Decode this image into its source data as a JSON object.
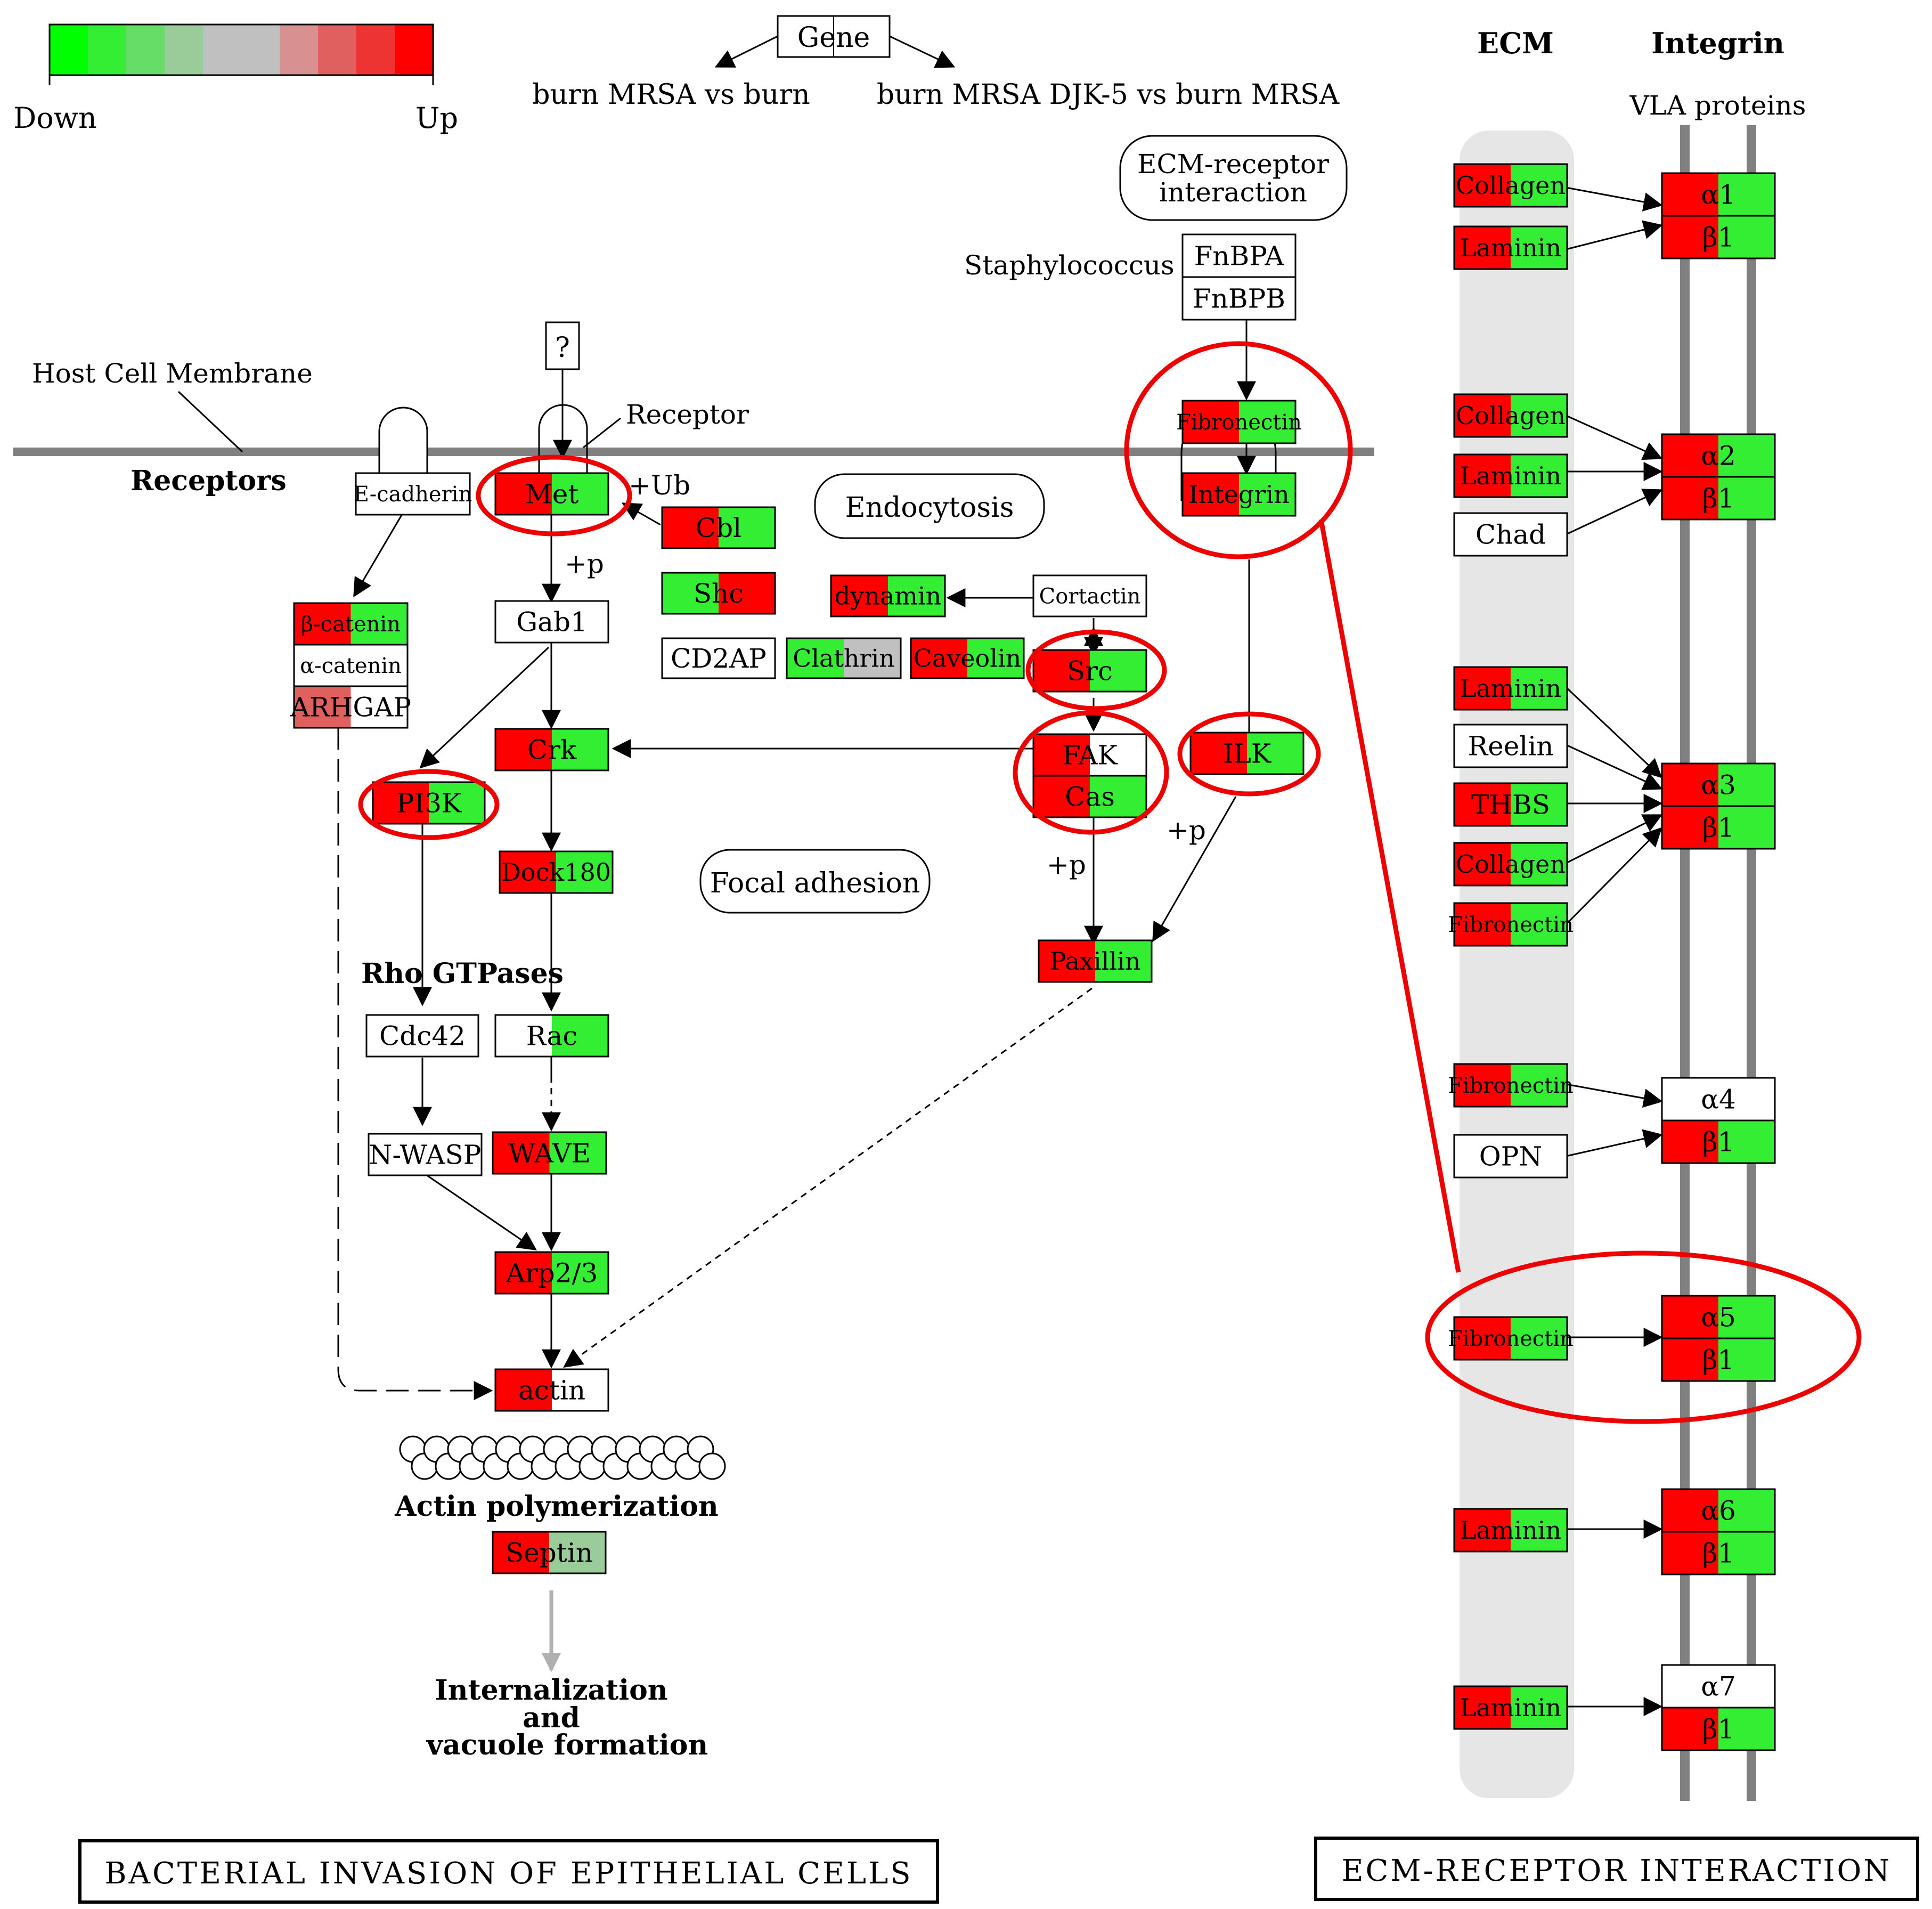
{
  "legend": {
    "down_label": "Down",
    "up_label": "Up",
    "colors": [
      "#00ff00",
      "#33ee33",
      "#66dd66",
      "#99cc99",
      "#c0c0c0",
      "#c0c0c0",
      "#d99090",
      "#e06060",
      "#ee3333",
      "#ff0000"
    ]
  },
  "gene_key": {
    "label": "Gene",
    "left": "burn MRSA vs burn",
    "right": "burn MRSA DJK-5 vs burn MRSA"
  },
  "labels": {
    "host_membrane": "Host Cell Membrane",
    "receptors": "Receptors",
    "receptor": "Receptor",
    "ub": "+Ub",
    "p1": "+p",
    "p2": "+p",
    "p3": "+p",
    "staph": "Staphylococcus",
    "rho": "Rho GTPases",
    "actin_poly": "Actin polymerization",
    "intern1": "Internalization",
    "intern2": "and",
    "intern3": "vacuole formation",
    "ecm_head": "ECM",
    "integrin_head": "Integrin",
    "vla": "VLA proteins"
  },
  "rounded": {
    "endocytosis": "Endocytosis",
    "focal": "Focal adhesion",
    "ecm_receptor_1": "ECM-receptor",
    "ecm_receptor_2": "interaction"
  },
  "question": "?",
  "nodes": {
    "ecadherin": {
      "label": "E-cadherin",
      "colors": [
        "#ffffff",
        "#ffffff"
      ]
    },
    "met": {
      "label": "Met",
      "colors": [
        "#ff0000",
        "#33ee33"
      ]
    },
    "cbl": {
      "label": "Cbl",
      "colors": [
        "#ff0000",
        "#33ee33"
      ]
    },
    "shc": {
      "label": "Shc",
      "colors": [
        "#33ee33",
        "#ff0000"
      ]
    },
    "cd2ap": {
      "label": "CD2AP",
      "colors": [
        "#ffffff",
        "#ffffff"
      ]
    },
    "clathrin": {
      "label": "Clathrin",
      "colors": [
        "#33ee33",
        "#c0c0c0"
      ]
    },
    "caveolin": {
      "label": "Caveolin",
      "colors": [
        "#ff0000",
        "#33ee33"
      ]
    },
    "dynamin": {
      "label": "dynamin",
      "colors": [
        "#ff0000",
        "#33ee33"
      ]
    },
    "cortactin": {
      "label": "Cortactin",
      "colors": [
        "#ffffff",
        "#ffffff"
      ]
    },
    "gab1": {
      "label": "Gab1",
      "colors": [
        "#ffffff",
        "#ffffff"
      ]
    },
    "bcatenin": {
      "label": "β-catenin",
      "colors": [
        "#ff0000",
        "#33ee33"
      ]
    },
    "acatenin": {
      "label": "α-catenin",
      "colors": [
        "#ffffff",
        "#ffffff"
      ]
    },
    "arhgap": {
      "label": "ARHGAP",
      "colors": [
        "#e06060",
        "#ffffff"
      ]
    },
    "crk": {
      "label": "Crk",
      "colors": [
        "#ff0000",
        "#33ee33"
      ]
    },
    "pi3k": {
      "label": "PI3K",
      "colors": [
        "#ff0000",
        "#33ee33"
      ]
    },
    "dock180": {
      "label": "Dock180",
      "colors": [
        "#ff0000",
        "#33ee33"
      ]
    },
    "cdc42": {
      "label": "Cdc42",
      "colors": [
        "#ffffff",
        "#ffffff"
      ]
    },
    "rac": {
      "label": "Rac",
      "colors": [
        "#ffffff",
        "#33ee33"
      ]
    },
    "nwasp": {
      "label": "N-WASP",
      "colors": [
        "#ffffff",
        "#ffffff"
      ]
    },
    "wave": {
      "label": "WAVE",
      "colors": [
        "#ff0000",
        "#33ee33"
      ]
    },
    "arp23": {
      "label": "Arp2/3",
      "colors": [
        "#ff0000",
        "#33ee33"
      ]
    },
    "actin": {
      "label": "actin",
      "colors": [
        "#ff0000",
        "#ffffff"
      ]
    },
    "septin": {
      "label": "Septin",
      "colors": [
        "#ff0000",
        "#99cc99"
      ]
    },
    "src": {
      "label": "Src",
      "colors": [
        "#ff0000",
        "#33ee33"
      ]
    },
    "fak": {
      "label": "FAK",
      "colors": [
        "#ff0000",
        "#ffffff"
      ]
    },
    "cas": {
      "label": "Cas",
      "colors": [
        "#ff0000",
        "#33ee33"
      ]
    },
    "ilk": {
      "label": "ILK",
      "colors": [
        "#ff0000",
        "#33ee33"
      ]
    },
    "paxillin": {
      "label": "Paxillin",
      "colors": [
        "#ff0000",
        "#33ee33"
      ]
    },
    "fnbpa": {
      "label": "FnBPA",
      "colors": [
        "#ffffff",
        "#ffffff"
      ]
    },
    "fnbpb": {
      "label": "FnBPB",
      "colors": [
        "#ffffff",
        "#ffffff"
      ]
    },
    "fibronectin_mid": {
      "label": "Fibronectin",
      "colors": [
        "#ff0000",
        "#33ee33"
      ]
    },
    "integrin_mid": {
      "label": "Integrin",
      "colors": [
        "#ff0000",
        "#33ee33"
      ]
    },
    "ecm_collagen1": {
      "label": "Collagen",
      "colors": [
        "#ff0000",
        "#33ee33"
      ]
    },
    "ecm_laminin1": {
      "label": "Laminin",
      "colors": [
        "#ff0000",
        "#33ee33"
      ]
    },
    "ecm_collagen2": {
      "label": "Collagen",
      "colors": [
        "#ff0000",
        "#33ee33"
      ]
    },
    "ecm_laminin2": {
      "label": "Laminin",
      "colors": [
        "#ff0000",
        "#33ee33"
      ]
    },
    "ecm_chad": {
      "label": "Chad",
      "colors": [
        "#ffffff",
        "#ffffff"
      ]
    },
    "ecm_laminin3": {
      "label": "Laminin",
      "colors": [
        "#ff0000",
        "#33ee33"
      ]
    },
    "ecm_reelin": {
      "label": "Reelin",
      "colors": [
        "#ffffff",
        "#ffffff"
      ]
    },
    "ecm_thbs": {
      "label": "THBS",
      "colors": [
        "#ff0000",
        "#33ee33"
      ]
    },
    "ecm_collagen3": {
      "label": "Collagen",
      "colors": [
        "#ff0000",
        "#33ee33"
      ]
    },
    "ecm_fibronectin1": {
      "label": "Fibronectin",
      "colors": [
        "#ff0000",
        "#33ee33"
      ]
    },
    "ecm_fibronectin2": {
      "label": "Fibronectin",
      "colors": [
        "#ff0000",
        "#33ee33"
      ]
    },
    "ecm_opn": {
      "label": "OPN",
      "colors": [
        "#ffffff",
        "#ffffff"
      ]
    },
    "ecm_fibronectin3": {
      "label": "Fibronectin",
      "colors": [
        "#ff0000",
        "#33ee33"
      ]
    },
    "ecm_laminin4": {
      "label": "Laminin",
      "colors": [
        "#ff0000",
        "#33ee33"
      ]
    },
    "ecm_laminin5": {
      "label": "Laminin",
      "colors": [
        "#ff0000",
        "#33ee33"
      ]
    },
    "a1": {
      "label": "α1",
      "colors": [
        "#ff0000",
        "#33ee33"
      ]
    },
    "b1_1": {
      "label": "β1",
      "colors": [
        "#ff0000",
        "#33ee33"
      ]
    },
    "a2": {
      "label": "α2",
      "colors": [
        "#ff0000",
        "#33ee33"
      ]
    },
    "b1_2": {
      "label": "β1",
      "colors": [
        "#ff0000",
        "#33ee33"
      ]
    },
    "a3": {
      "label": "α3",
      "colors": [
        "#ff0000",
        "#33ee33"
      ]
    },
    "b1_3": {
      "label": "β1",
      "colors": [
        "#ff0000",
        "#33ee33"
      ]
    },
    "a4": {
      "label": "α4",
      "colors": [
        "#ffffff",
        "#ffffff"
      ]
    },
    "b1_4": {
      "label": "β1",
      "colors": [
        "#ff0000",
        "#33ee33"
      ]
    },
    "a5": {
      "label": "α5",
      "colors": [
        "#ff0000",
        "#33ee33"
      ]
    },
    "b1_5": {
      "label": "β1",
      "colors": [
        "#ff0000",
        "#33ee33"
      ]
    },
    "a6": {
      "label": "α6",
      "colors": [
        "#ff0000",
        "#33ee33"
      ]
    },
    "b1_6": {
      "label": "β1",
      "colors": [
        "#ff0000",
        "#33ee33"
      ]
    },
    "a7": {
      "label": "α7",
      "colors": [
        "#ffffff",
        "#ffffff"
      ]
    },
    "b1_7": {
      "label": "β1",
      "colors": [
        "#ff0000",
        "#33ee33"
      ]
    }
  },
  "footer": {
    "left": "BACTERIAL INVASION OF EPITHELIAL CELLS",
    "right": "ECM-RECEPTOR INTERACTION"
  }
}
